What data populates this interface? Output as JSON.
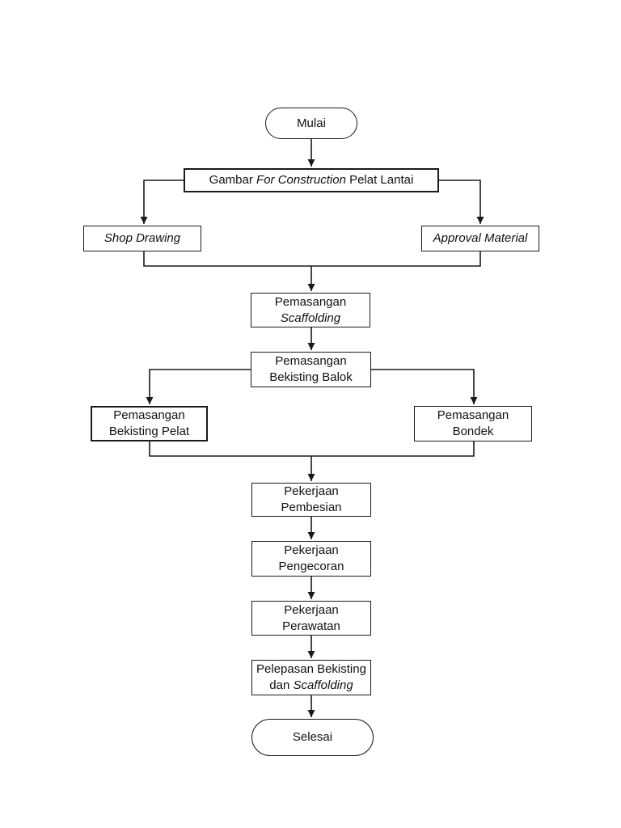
{
  "page": {
    "background_color": "#ffffff",
    "line_color": "#1a1a1a"
  },
  "flowchart": {
    "nodes": {
      "mulai": {
        "label": "Mulai"
      },
      "gambar": {
        "text_before": "Gambar ",
        "text_italic": "For Construction",
        "text_after": " Pelat Lantai"
      },
      "shop_drawing": {
        "label": "Shop Drawing"
      },
      "approval_material": {
        "label": "Approval Material"
      },
      "pemasangan_scaffolding": {
        "line1": "Pemasangan",
        "line2": "Scaffolding"
      },
      "pemasangan_bekisting_balok": {
        "line1": "Pemasangan",
        "line2": "Bekisting Balok"
      },
      "pemasangan_bekisting_pelat": {
        "line1": "Pemasangan",
        "line2": "Bekisting Pelat"
      },
      "pemasangan_bondek": {
        "line1": "Pemasangan",
        "line2": "Bondek"
      },
      "pekerjaan_pembesian": {
        "line1": "Pekerjaan",
        "line2": "Pembesian"
      },
      "pekerjaan_pengecoran": {
        "line1": "Pekerjaan",
        "line2": "Pengecoran"
      },
      "pekerjaan_perawatan": {
        "line1": "Pekerjaan",
        "line2": "Perawatan"
      },
      "pelepasan_bekisting": {
        "line1": "Pelepasan Bekisting",
        "line2_prefix": "dan ",
        "line2_italic": "Scaffolding"
      },
      "selesai": {
        "label": "Selesai"
      }
    }
  }
}
